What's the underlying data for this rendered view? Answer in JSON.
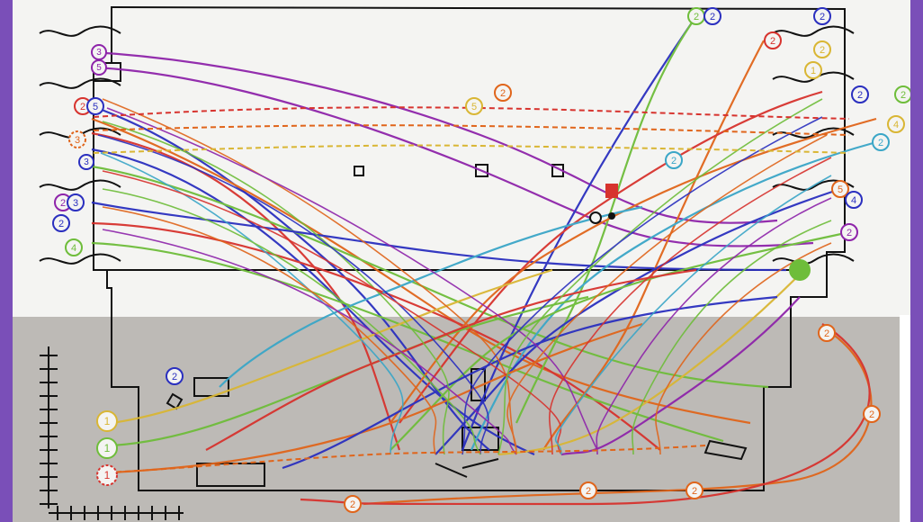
{
  "photo": {
    "border_color": "#7a4fb8",
    "paper_color": "#f4f4f2",
    "floor_color": "#bdbab6"
  },
  "colors": {
    "purple": "#8e24aa",
    "blue": "#2a2fbf",
    "orange": "#e0651b",
    "green": "#6ebd3a",
    "yellow": "#d9b634",
    "teal": "#3aa6c7",
    "red": "#d7332e",
    "black": "#111111"
  },
  "labels": {
    "number_2": "2",
    "number_3": "3",
    "number_4": "4",
    "number_5": "5",
    "number_1": "1"
  }
}
